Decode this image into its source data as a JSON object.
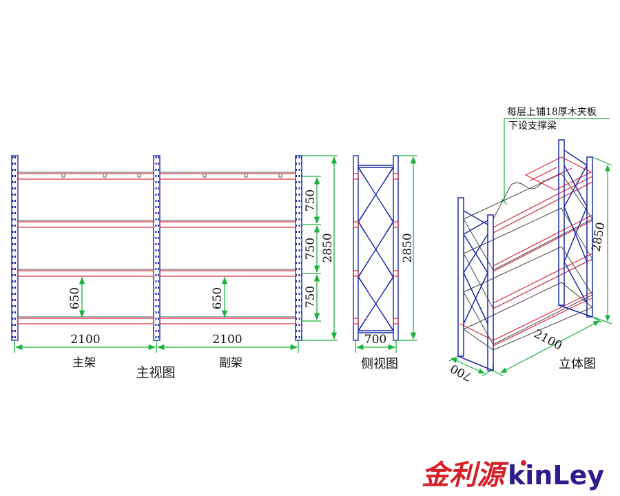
{
  "colors": {
    "frame": "#1c28a8",
    "beam": "#d8283a",
    "dimension": "#19b23a",
    "text": "#111111",
    "logo_red": "#d61f26",
    "logo_purple": "#2b1d8c"
  },
  "front_view": {
    "title": "主视图",
    "main_frame_label": "主架",
    "sub_frame_label": "副架",
    "width_main": "2100",
    "width_sub": "2100",
    "gap_main": "650",
    "gap_sub": "650",
    "level_spacings": [
      "750",
      "750",
      "750"
    ],
    "total_height": "2850"
  },
  "side_view": {
    "title": "侧视图",
    "depth": "700",
    "total_height": "2850"
  },
  "iso_view": {
    "title": "立体图",
    "note_line1": "每层上铺18厚木夹板",
    "note_line2": "下设支撑梁",
    "height": "2850",
    "length": "2100",
    "depth": "700"
  },
  "logo": {
    "cn": "金利源",
    "en": "kinLey"
  }
}
